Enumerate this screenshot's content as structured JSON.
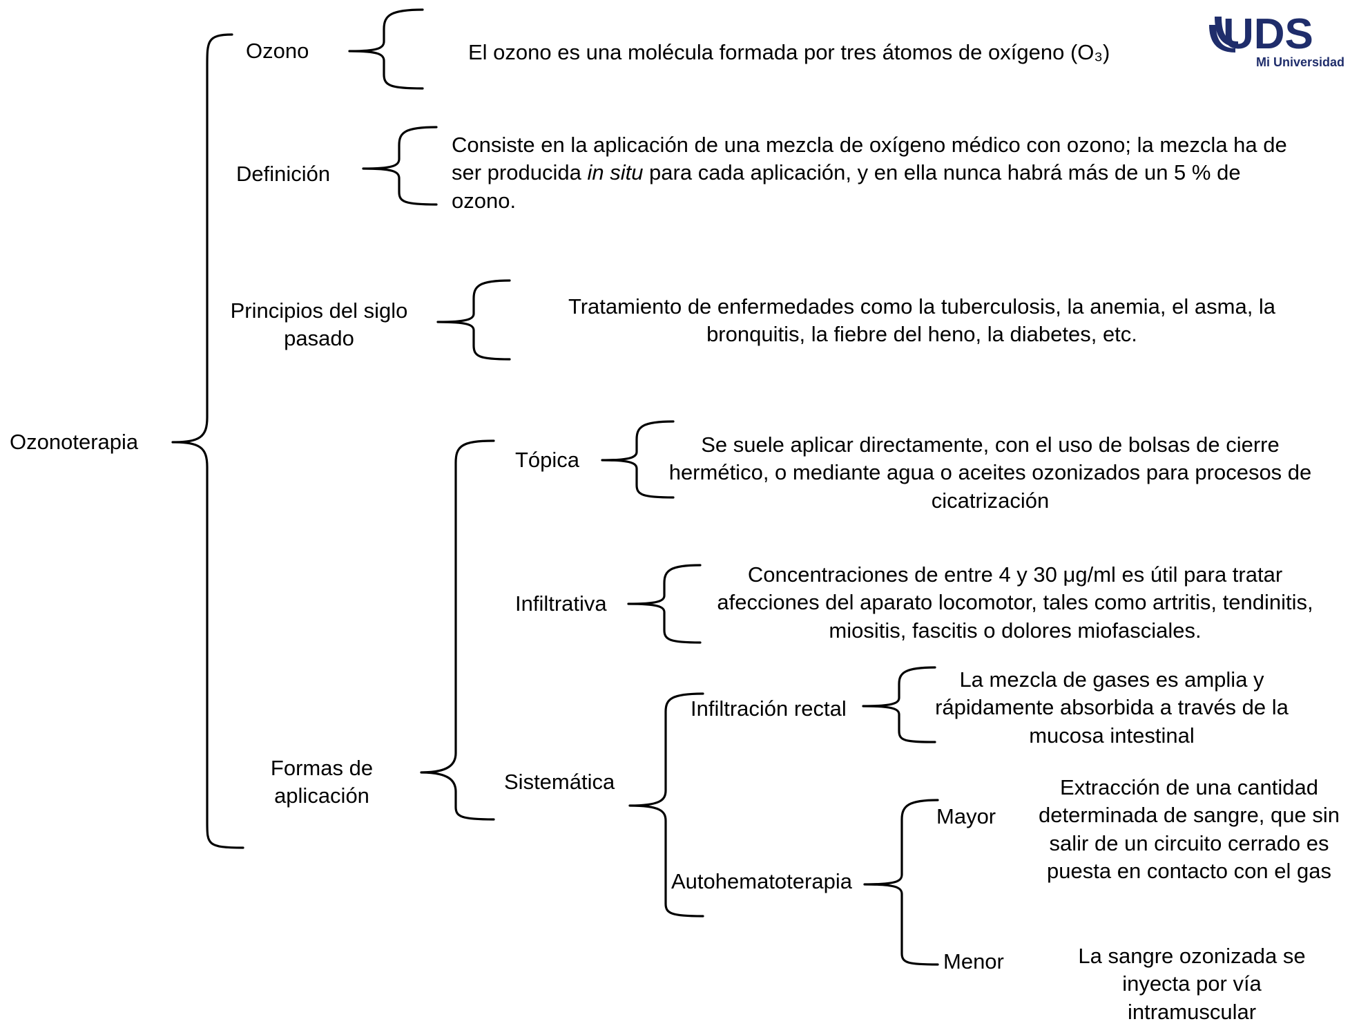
{
  "logo": {
    "mark": "UDS",
    "tagline": "Mi Universidad",
    "color": "#1f2d6b"
  },
  "root": {
    "label": "Ozonoterapia"
  },
  "nodes": {
    "ozono": {
      "label": "Ozono",
      "text": "El ozono es una molécula formada por tres átomos de oxígeno (O₃)"
    },
    "definicion": {
      "label": "Definición",
      "line1": "Consiste en la aplicación de una mezcla de oxígeno médico con ozono; la mezcla ha de",
      "line2_before": "ser producida ",
      "line2_italic": "in situ",
      "line2_after": " para cada aplicación, y en ella nunca habrá más de un 5 % de",
      "line3": "ozono."
    },
    "principios": {
      "label_line1": "Principios del siglo",
      "label_line2": "pasado",
      "line1": "Tratamiento de enfermedades como la tuberculosis, la anemia, el asma, la",
      "line2": "bronquitis, la fiebre del heno, la diabetes, etc."
    },
    "formas": {
      "label_line1": "Formas de",
      "label_line2": "aplicación",
      "topica": {
        "label": "Tópica",
        "line1": "Se suele aplicar directamente, con el uso de bolsas de cierre",
        "line2": "hermético, o mediante agua o aceites ozonizados para procesos de",
        "line3": "cicatrización"
      },
      "infiltrativa": {
        "label": "Infiltrativa",
        "line1": "Concentraciones de entre 4 y 30 μg/ml es útil para tratar",
        "line2": "afecciones del aparato locomotor, tales como artritis, tendinitis,",
        "line3": "miositis, fascitis o dolores miofasciales."
      },
      "sistematica": {
        "label": "Sistemática",
        "rectal": {
          "label": "Infiltración rectal",
          "line1": "La mezcla de gases es amplia y",
          "line2": "rápidamente absorbida a través de la",
          "line3": "mucosa intestinal"
        },
        "autohemato": {
          "label": "Autohematoterapia",
          "mayor": {
            "label": "Mayor",
            "line1": "Extracción de una cantidad",
            "line2": "determinada de sangre, que sin",
            "line3": "salir de un circuito cerrado es",
            "line4": "puesta en contacto con el gas"
          },
          "menor": {
            "label": "Menor",
            "line1": "La sangre ozonizada se",
            "line2": "inyecta por vía",
            "line3": "intramuscular"
          }
        }
      }
    }
  }
}
